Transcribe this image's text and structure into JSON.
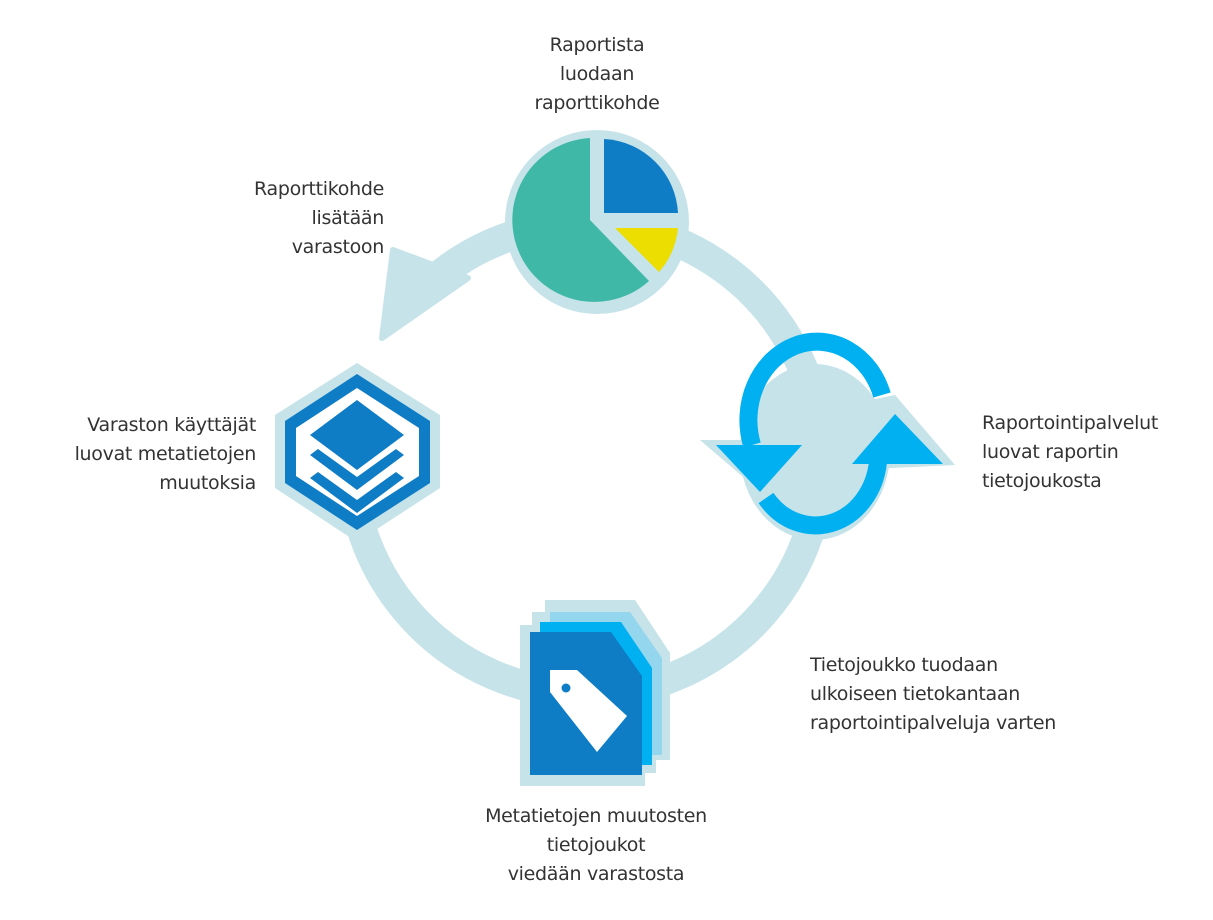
{
  "colors": {
    "ring": "#c5e3e9",
    "dark_blue": "#0f7dc6",
    "bright_blue": "#00b0f0",
    "light_blue": "#93d6ee",
    "teal": "#3fb8a8",
    "yellow": "#ebde00",
    "text": "#333333"
  },
  "steps": [
    {
      "id": "create-report-item",
      "icon": "pie-chart-icon",
      "lines": [
        "Raportista",
        "luodaan",
        "raporttikohde"
      ]
    },
    {
      "id": "add-to-repository",
      "icon": "cycle-arrow-icon",
      "lines": [
        "Raporttikohde",
        "lisätään",
        "varastoon"
      ]
    },
    {
      "id": "users-create-changes",
      "icon": "layers-hexagon-icon",
      "lines": [
        "Varaston käyttäjät",
        "luovat metatietojen",
        "muutoksia"
      ]
    },
    {
      "id": "export-datasets",
      "icon": "tagged-documents-icon",
      "lines": [
        "Metatietojen muutosten",
        "tietojoukot",
        "viedään varastosta"
      ]
    },
    {
      "id": "import-to-database",
      "icon": "none",
      "lines": [
        "Tietojoukko tuodaan",
        "ulkoiseen tietokantaan",
        "raportointipalveluja varten"
      ]
    },
    {
      "id": "reporting-services",
      "icon": "sync-icon",
      "lines": [
        "Raportointipalvelut",
        "luovat raportin",
        "tietojoukosta"
      ]
    }
  ]
}
